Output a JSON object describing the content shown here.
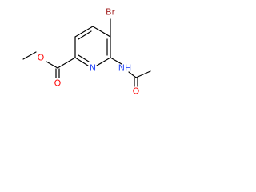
{
  "molecule": {
    "atoms": {
      "bromine": "Br",
      "ring_nitrogen": "N",
      "amide_nitrogen": "NH",
      "amide_oxygen": "O",
      "ester_oxygen_single": "O",
      "ester_oxygen_double": "O"
    },
    "colors": {
      "bond": "#000000",
      "carbon_label": "#000000",
      "nitrogen": "#3050f8",
      "oxygen": "#ff0d0d",
      "bromine": "#a62929"
    }
  }
}
